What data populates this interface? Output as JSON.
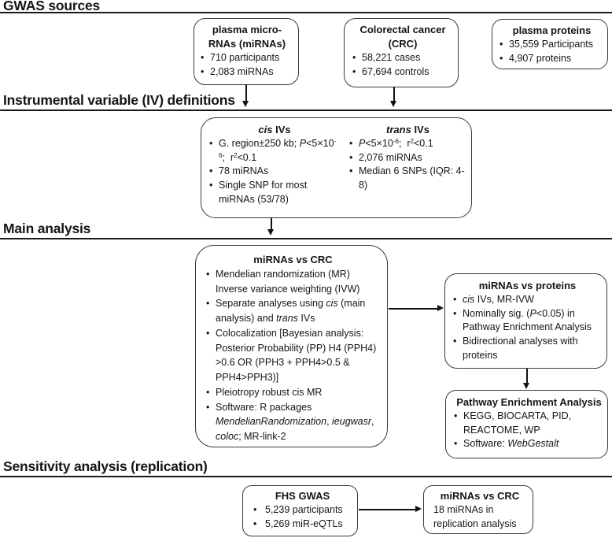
{
  "colors": {
    "text": "#151515",
    "box_border": "#3a3a3a",
    "line": "#111111",
    "background": "#ffffff"
  },
  "headers": {
    "gwas_sources": "GWAS sources",
    "iv_definitions": "Instrumental variable (IV) definitions",
    "main_analysis": "Main analysis",
    "sensitivity": "Sensitivity analysis (replication)"
  },
  "boxes": {
    "plasma_mirnas": {
      "title": [
        {
          "t": "plasma micro-"
        },
        {
          "br": true
        },
        {
          "t": "RNAs (miRNAs)"
        }
      ],
      "bullets": [
        [
          {
            "t": "710 participants"
          }
        ],
        [
          {
            "t": "2,083 miRNAs"
          }
        ]
      ]
    },
    "crc": {
      "title": [
        {
          "t": "Colorectal cancer"
        },
        {
          "br": true
        },
        {
          "t": "(CRC)"
        }
      ],
      "bullets": [
        [
          {
            "t": "58,221 cases"
          }
        ],
        [
          {
            "t": "67,694 controls"
          }
        ]
      ]
    },
    "plasma_proteins": {
      "title": [
        {
          "t": "plasma proteins"
        }
      ],
      "bullets": [
        [
          {
            "t": "35,559 Participants"
          }
        ],
        [
          {
            "t": "4,907 proteins"
          }
        ]
      ]
    },
    "cis_ivs": {
      "title": [
        {
          "t": "cis",
          "i": true
        },
        {
          "t": " IVs"
        }
      ],
      "bullets": [
        [
          {
            "t": "G. region±250 kb; "
          },
          {
            "t": "P",
            "i": true
          },
          {
            "t": "<5×10"
          },
          {
            "t": "-6",
            "sup": true
          },
          {
            "t": ";  r"
          },
          {
            "t": "2",
            "sup": true
          },
          {
            "t": "<0.1"
          }
        ],
        [
          {
            "t": "78 miRNAs"
          }
        ],
        [
          {
            "t": "Single SNP for most miRNAs (53/78)"
          }
        ]
      ]
    },
    "trans_ivs": {
      "title": [
        {
          "t": "trans",
          "i": true
        },
        {
          "t": " IVs"
        }
      ],
      "bullets": [
        [
          {
            "t": "P",
            "i": true
          },
          {
            "t": "<5×10"
          },
          {
            "t": "-6",
            "sup": true
          },
          {
            "t": ";  r"
          },
          {
            "t": "2",
            "sup": true
          },
          {
            "t": "<0.1"
          }
        ],
        [
          {
            "t": "2,076 miRNAs"
          }
        ],
        [
          {
            "t": "Median 6 SNPs (IQR: 4-8)"
          }
        ]
      ]
    },
    "mirnas_vs_crc": {
      "title": [
        {
          "t": "miRNAs vs CRC"
        }
      ],
      "bullets": [
        [
          {
            "t": "Mendelian randomization (MR) Inverse variance weighting (IVW)"
          }
        ],
        [
          {
            "t": "Separate analyses using "
          },
          {
            "t": "cis",
            "i": true
          },
          {
            "t": " (main analysis) and "
          },
          {
            "t": "trans",
            "i": true
          },
          {
            "t": " IVs"
          }
        ],
        [
          {
            "t": "Colocalization [Bayesian analysis: Posterior Probability (PP) H4 (PPH4) >0.6 OR (PPH3 + PPH4>0.5 & PPH4>PPH3)]"
          }
        ],
        [
          {
            "t": "Pleiotropy robust cis MR"
          }
        ],
        [
          {
            "t": "Software: R packages "
          },
          {
            "t": "MendelianRandomization",
            "i": true
          },
          {
            "t": ", "
          },
          {
            "t": "ieugwasr",
            "i": true
          },
          {
            "t": ", "
          },
          {
            "t": "coloc",
            "i": true
          },
          {
            "t": "; MR-link-2"
          }
        ]
      ]
    },
    "mirnas_vs_proteins": {
      "title": [
        {
          "t": "miRNAs vs proteins"
        }
      ],
      "bullets": [
        [
          {
            "t": "cis",
            "i": true
          },
          {
            "t": " IVs, MR-IVW"
          }
        ],
        [
          {
            "t": "Nominally sig. ("
          },
          {
            "t": "P",
            "i": true
          },
          {
            "t": "<0.05) in Pathway Enrichment Analysis"
          }
        ],
        [
          {
            "t": "Bidirectional analyses with proteins"
          }
        ]
      ]
    },
    "pathway": {
      "title": [
        {
          "t": "Pathway Enrichment Analysis"
        }
      ],
      "bullets": [
        [
          {
            "t": "KEGG, BIOCARTA, PID, REACTOME, WP"
          }
        ],
        [
          {
            "t": "Software: "
          },
          {
            "t": "WebGestalt",
            "i": true
          }
        ]
      ]
    },
    "fhs": {
      "title": [
        {
          "t": "FHS GWAS"
        }
      ],
      "bullets": [
        [
          {
            "t": "5,239 participants"
          }
        ],
        [
          {
            "t": "5,269 miR-eQTLs"
          }
        ]
      ]
    },
    "replication": {
      "title": [
        {
          "t": "miRNAs vs CRC"
        }
      ],
      "body": [
        {
          "t": "18 miRNAs in replication analysis"
        }
      ]
    }
  }
}
